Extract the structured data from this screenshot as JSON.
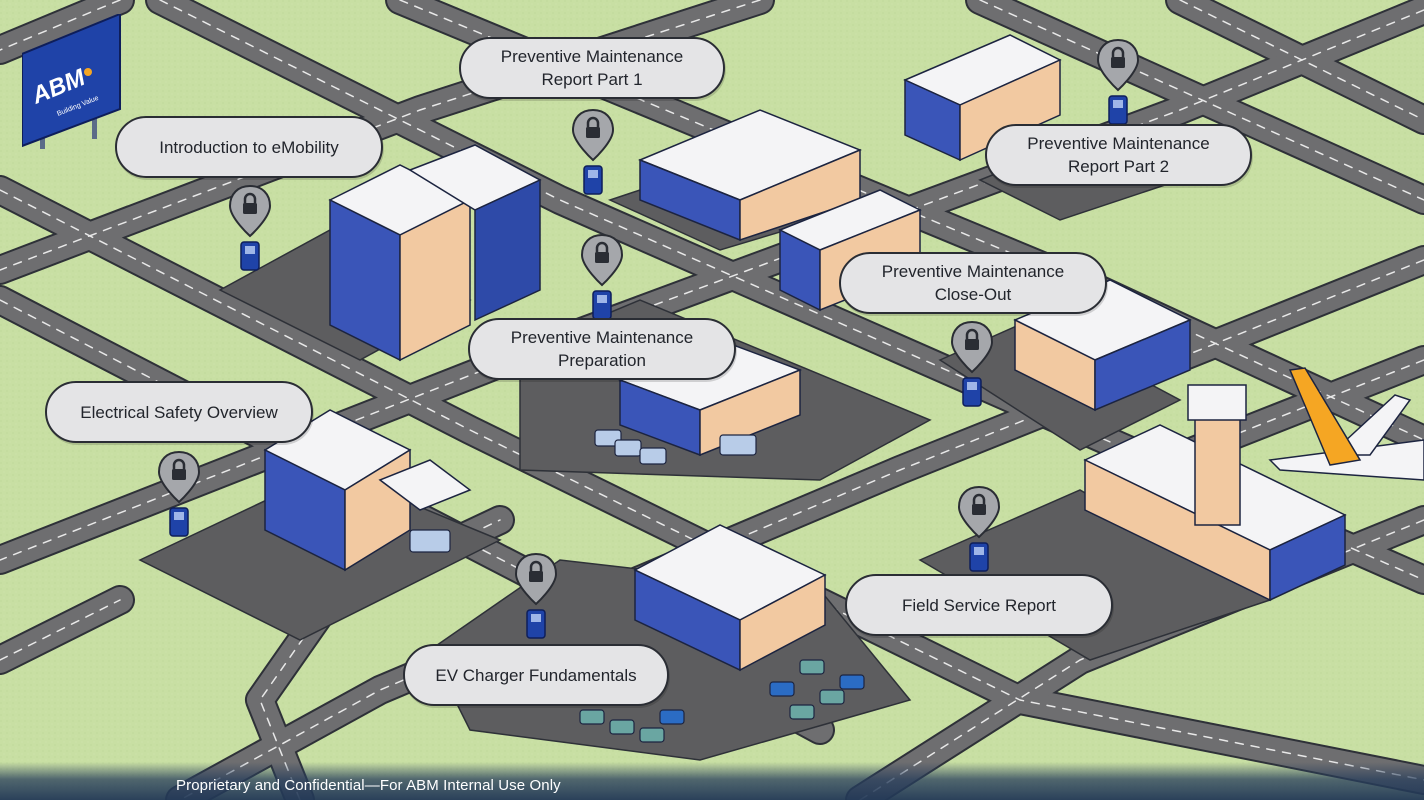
{
  "brand": {
    "logo_text": "ABM",
    "tagline": "Building Value",
    "blue": "#1f43a8",
    "orange": "#f5a623"
  },
  "map": {
    "grass_color": "#c8dfa3",
    "road_color": "#6e6e70",
    "lot_color": "#5d5d5f"
  },
  "modules": [
    {
      "id": "intro-emobility",
      "label_lines": [
        "Introduction to eMobility"
      ],
      "locked": true,
      "icon": "lock-icon"
    },
    {
      "id": "pm-report-1",
      "label_lines": [
        "Preventive Maintenance",
        "Report Part 1"
      ],
      "locked": true,
      "icon": "lock-icon"
    },
    {
      "id": "pm-report-2",
      "label_lines": [
        "Preventive Maintenance",
        "Report Part 2"
      ],
      "locked": true,
      "icon": "lock-icon"
    },
    {
      "id": "pm-closeout",
      "label_lines": [
        "Preventive Maintenance",
        "Close-Out"
      ],
      "locked": true,
      "icon": "lock-icon"
    },
    {
      "id": "pm-preparation",
      "label_lines": [
        "Preventive Maintenance",
        "Preparation"
      ],
      "locked": true,
      "icon": "lock-icon"
    },
    {
      "id": "electrical-safety",
      "label_lines": [
        "Electrical Safety Overview"
      ],
      "locked": true,
      "icon": "lock-icon"
    },
    {
      "id": "field-service",
      "label_lines": [
        "Field Service Report"
      ],
      "locked": true,
      "icon": "lock-icon"
    },
    {
      "id": "ev-charger",
      "label_lines": [
        "EV Charger Fundamentals"
      ],
      "locked": true,
      "icon": "lock-icon"
    }
  ],
  "footer": {
    "text": "Proprietary and Confidential—For ABM Internal Use Only"
  }
}
